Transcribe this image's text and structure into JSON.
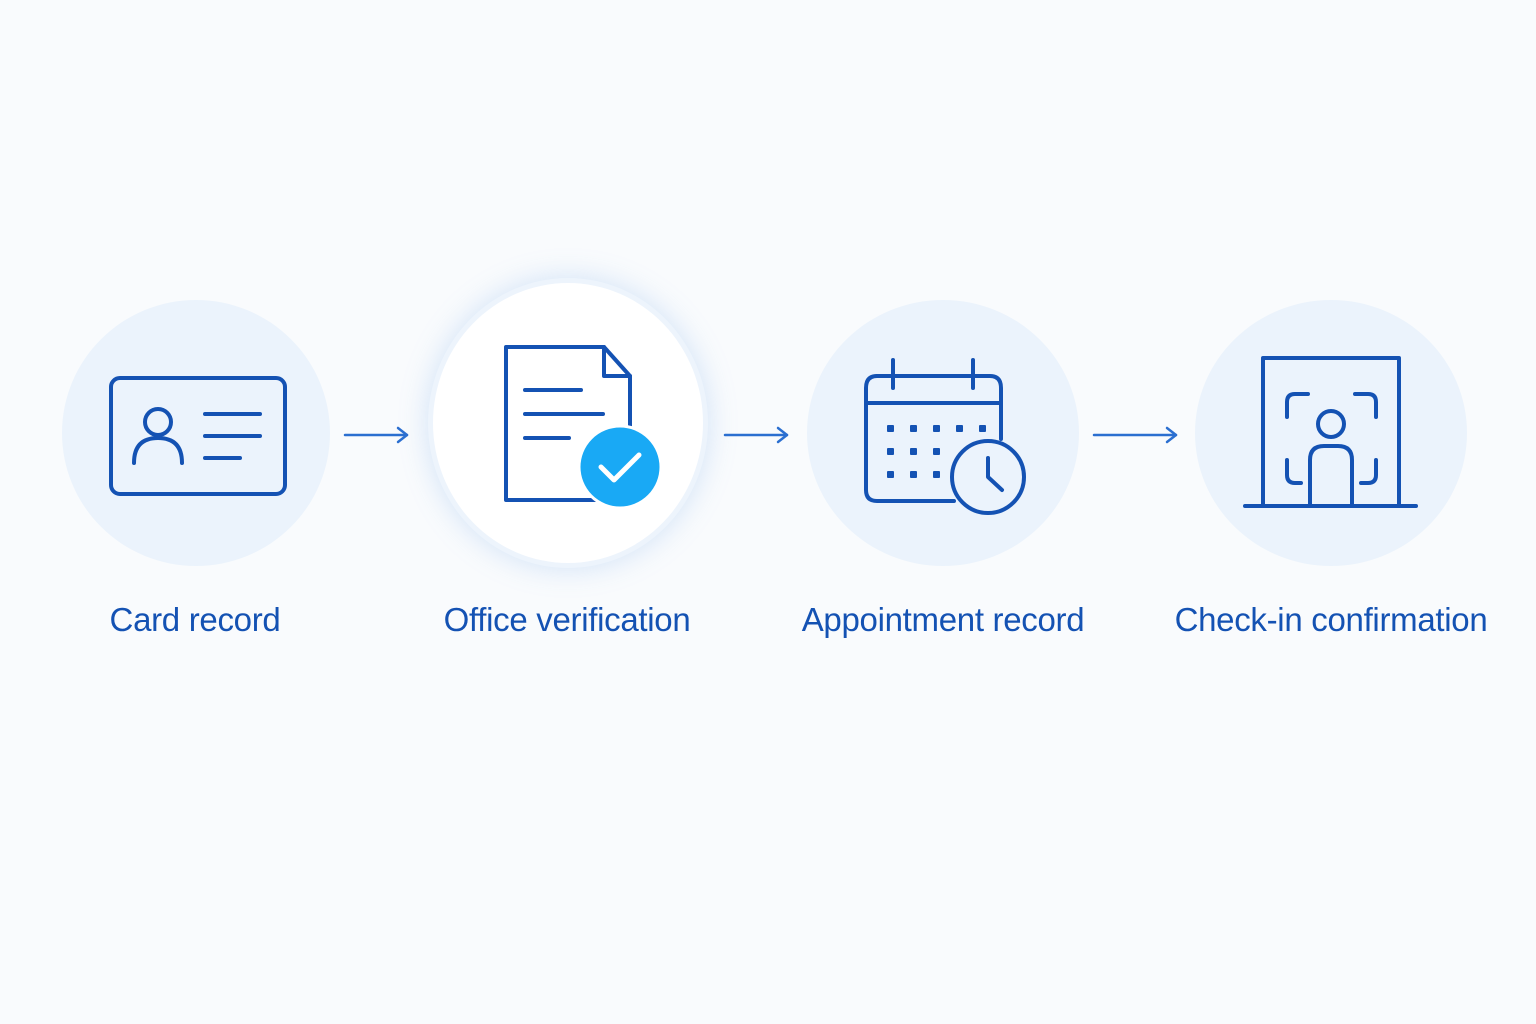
{
  "steps": [
    {
      "label": "Card record",
      "icon": "id-card-icon",
      "active": false
    },
    {
      "label": "Office verification",
      "icon": "document-check-icon",
      "active": true
    },
    {
      "label": "Appointment record",
      "icon": "calendar-clock-icon",
      "active": false
    },
    {
      "label": "Check-in confirmation",
      "icon": "face-scan-gate-icon",
      "active": false
    }
  ],
  "colors": {
    "icon_stroke": "#1452b3",
    "check_badge": "#19a9f5",
    "circle_fill": "#ebf3fc",
    "background": "#f9fbfd",
    "arrow": "#2b6fd0"
  }
}
